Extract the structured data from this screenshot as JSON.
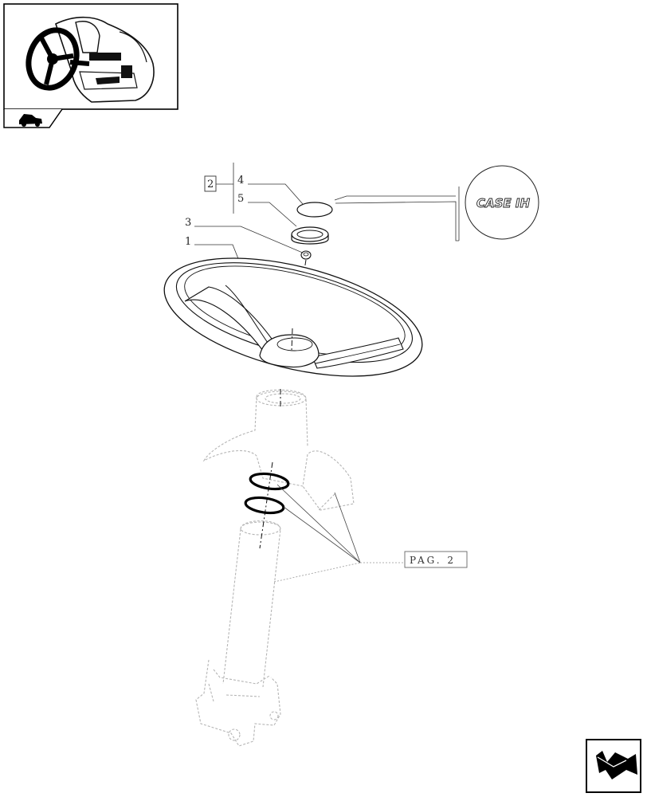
{
  "callouts": {
    "group": "2",
    "part_4": "4",
    "part_5": "5",
    "part_3": "3",
    "part_1": "1"
  },
  "reference": {
    "label": "PAG. 2"
  },
  "logo": {
    "text": "CASE IH"
  },
  "icons": {
    "thumbnail": "tractor-steering-thumbnail-icon",
    "tab": "tractor-tab-icon",
    "nav": "next-page-arrow-icon"
  },
  "colors": {
    "line": "#222222",
    "faded": "#b5b5b5",
    "ink": "#000000"
  }
}
